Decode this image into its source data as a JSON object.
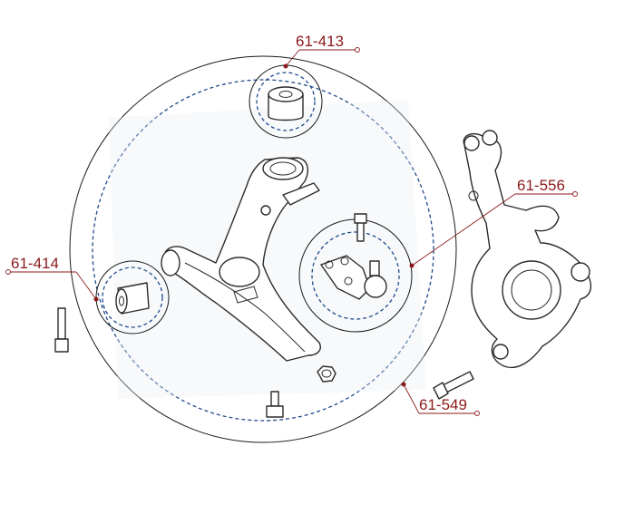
{
  "callouts": [
    {
      "id": "top",
      "label": "61-413"
    },
    {
      "id": "left",
      "label": "61-414"
    },
    {
      "id": "right",
      "label": "61-556"
    },
    {
      "id": "bottom",
      "label": "61-549"
    }
  ],
  "colors": {
    "callout": "#8b1a1a",
    "dashed_outline": "#1f4a8c",
    "part_stroke": "#2b2b2b",
    "shading": "#e9edf3"
  }
}
